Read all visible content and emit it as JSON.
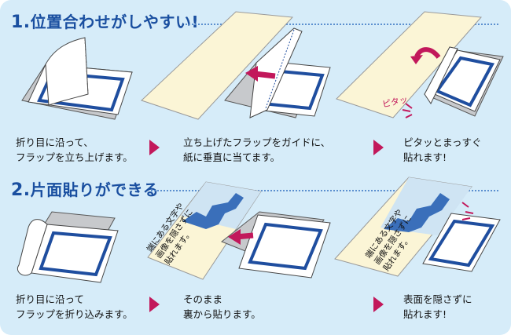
{
  "section1": {
    "num": "1.",
    "title": "位置合わせがしやすい!",
    "steps": [
      {
        "line1": "折り目に沿って、",
        "line2": "フラップを立ち上げます。"
      },
      {
        "line1": "立ち上げたフラップをガイドに、",
        "line2": "紙に垂直に当てます。"
      },
      {
        "line1": "ピタッとまっすぐ",
        "line2": "貼れます!"
      }
    ],
    "sound_effect": "ピタッ"
  },
  "section2": {
    "num": "2.",
    "title": "片面貼りができる",
    "steps": [
      {
        "line1": "折り目に沿って",
        "line2": "フラップを折り込みます。"
      },
      {
        "line1": "そのまま",
        "line2": "裏から貼ります。"
      },
      {
        "line1": "表面を隠さずに",
        "line2": "貼れます!"
      }
    ],
    "poster_text": [
      "端にある文字や",
      "画像を隠さずに",
      "貼れます。"
    ]
  },
  "colors": {
    "background": "#d6ecf9",
    "title": "#1a4fa0",
    "frame_blue": "#1f4e9f",
    "paper": "#fbf5d6",
    "arrow": "#c2185b",
    "sheet_gray": "#c7c9cc"
  }
}
